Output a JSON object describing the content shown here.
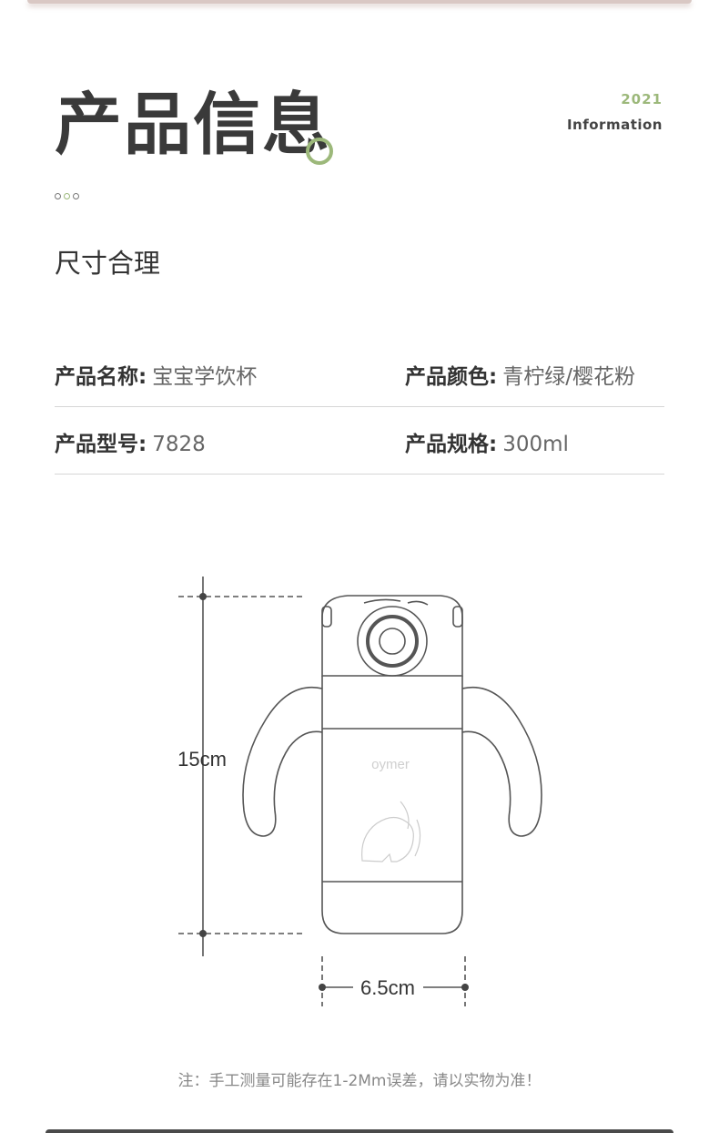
{
  "header": {
    "title": "产品信息",
    "year": "2021",
    "subtitle_en": "Information"
  },
  "section": {
    "subtitle": "尺寸合理"
  },
  "specs": [
    {
      "label": "产品名称:",
      "value": "宝宝学饮杯"
    },
    {
      "label": "产品颜色:",
      "value": "青柠绿/樱花粉"
    },
    {
      "label": "产品型号:",
      "value": "7828"
    },
    {
      "label": "产品规格:",
      "value": "300ml"
    }
  ],
  "diagram": {
    "height_label": "15cm",
    "width_label": "6.5cm",
    "brand_text": "oymer"
  },
  "footer": {
    "note": "注：手工测量可能存在1-2Mm误差，请以实物为准！"
  },
  "colors": {
    "accent": "#9cb87a",
    "text": "#333333",
    "line": "#d6d6d6"
  }
}
